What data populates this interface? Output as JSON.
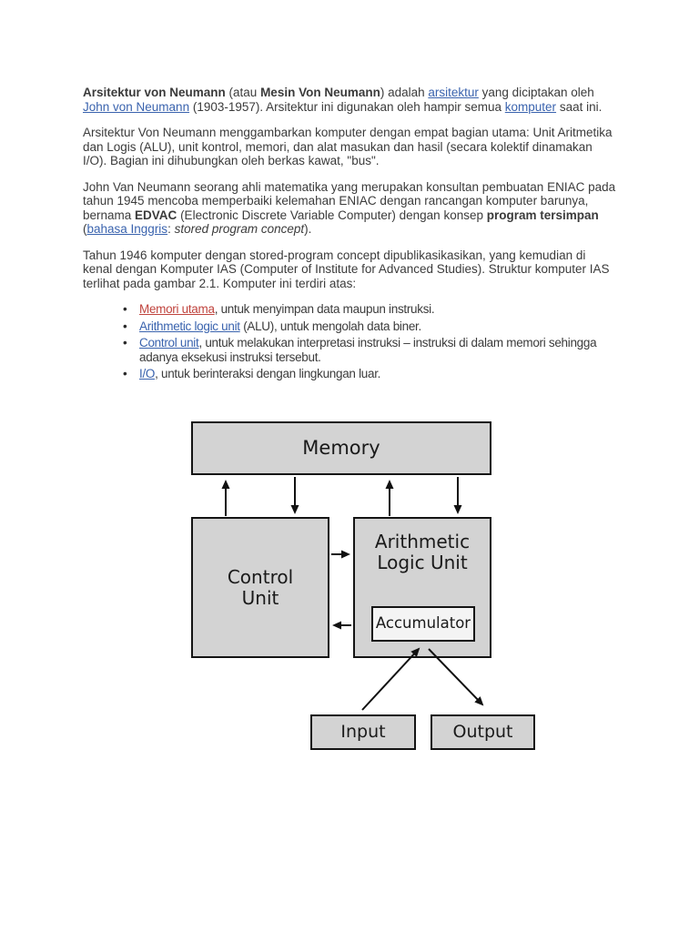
{
  "document": {
    "paragraphs": [
      {
        "name": "intro",
        "segments": [
          {
            "t": "Arsitektur von Neumann",
            "b": true
          },
          {
            "t": " (atau "
          },
          {
            "t": "Mesin Von Neumann",
            "b": true
          },
          {
            "t": ") adalah "
          },
          {
            "t": "arsitektur",
            "link": "blue"
          },
          {
            "t": " yang diciptakan oleh "
          },
          {
            "t": "John von Neumann",
            "link": "blue"
          },
          {
            "t": " (1903-1957). Arsitektur ini digunakan oleh hampir semua "
          },
          {
            "t": "komputer",
            "link": "blue"
          },
          {
            "t": " saat ini."
          }
        ]
      },
      {
        "name": "empat-bagian",
        "segments": [
          {
            "t": "Arsitektur Von Neumann menggambarkan komputer dengan empat bagian utama: Unit Aritmetika dan Logis (ALU), unit kontrol, memori, dan alat masukan dan hasil (secara kolektif dinamakan I/O). Bagian ini dihubungkan oleh berkas kawat, \"bus\"."
          }
        ]
      },
      {
        "name": "eniac-edvac",
        "segments": [
          {
            "t": "John Van Neumann seorang ahli matematika yang merupakan konsultan pembuatan ENIAC pada tahun 1945 mencoba memperbaiki kelemahan ENIAC dengan rancangan komputer barunya, bernama "
          },
          {
            "t": "EDVAC",
            "b": true
          },
          {
            "t": " (Electronic Discrete Variable Computer) dengan konsep "
          },
          {
            "t": "program tersimpan",
            "b": true
          },
          {
            "t": " ("
          },
          {
            "t": "bahasa Inggris",
            "link": "blue"
          },
          {
            "t": ": "
          },
          {
            "t": "stored program concept",
            "i": true
          },
          {
            "t": ")."
          }
        ]
      },
      {
        "name": "komputer-ias",
        "segments": [
          {
            "t": "Tahun 1946 komputer dengan stored-program concept dipublikasikasikan, yang kemudian di kenal dengan Komputer IAS (Computer of Institute for Advanced Studies). Struktur komputer IAS terlihat pada gambar 2.1. Komputer ini terdiri atas:"
          }
        ]
      }
    ],
    "bullets": [
      {
        "segments": [
          {
            "t": "Memori utama",
            "link": "red"
          },
          {
            "t": ", untuk menyimpan data maupun instruksi."
          }
        ]
      },
      {
        "segments": [
          {
            "t": "Arithmetic logic unit",
            "link": "blue"
          },
          {
            "t": " (ALU), untuk mengolah data biner."
          }
        ]
      },
      {
        "segments": [
          {
            "t": "Control unit",
            "link": "blue"
          },
          {
            "t": ", untuk melakukan interpretasi instruksi – instruksi di dalam memori sehingga adanya eksekusi instruksi tersebut."
          }
        ]
      },
      {
        "segments": [
          {
            "t": "I/O",
            "link": "blue"
          },
          {
            "t": ", untuk berinteraksi dengan lingkungan luar."
          }
        ]
      }
    ]
  },
  "diagram": {
    "memory_label": "Memory",
    "control_unit_label": "Control Unit",
    "alu_label": "Arithmetic Logic Unit",
    "accumulator_label": "Accumulator",
    "input_label": "Input",
    "output_label": "Output"
  },
  "colors": {
    "link_blue": "#3a63ae",
    "link_red": "#c0443e",
    "body_text": "#3b3b3b",
    "box_fill": "#d3d3d3",
    "accumulator_fill": "#f4f4f4",
    "box_border": "#141414",
    "page_background": "#ffffff"
  }
}
